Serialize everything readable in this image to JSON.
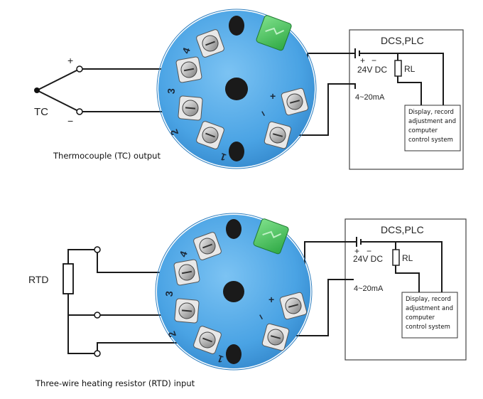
{
  "diagrams": [
    {
      "id": "tc",
      "sensor_label": "TC",
      "plus": "+",
      "minus": "−",
      "terminals": [
        "4",
        "3",
        "2",
        "1"
      ],
      "out_plus": "+",
      "out_minus": "−",
      "dcs_title": "DCS,PLC",
      "supply_plus": "+",
      "supply_minus": "−",
      "supply": "24V DC",
      "load": "RL",
      "signal": "4~20mA",
      "box_lines": [
        "Display, record",
        "adjustment and",
        "computer",
        "control system"
      ],
      "caption": "Thermocouple (TC) output"
    },
    {
      "id": "rtd",
      "sensor_label": "RTD",
      "terminals": [
        "4",
        "3",
        "2",
        "1"
      ],
      "out_plus": "+",
      "out_minus": "−",
      "dcs_title": "DCS,PLC",
      "supply_plus": "+",
      "supply_minus": "−",
      "supply": "24V DC",
      "load": "RL",
      "signal": "4~20mA",
      "box_lines": [
        "Display, record",
        "adjustment and",
        "computer",
        "control system"
      ],
      "caption": "Three-wire heating resistor (RTD) input"
    }
  ]
}
